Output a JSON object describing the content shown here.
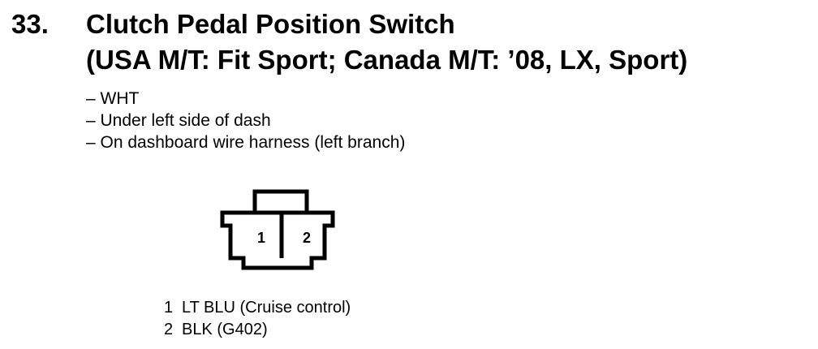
{
  "section": {
    "number": "33.",
    "title_line1": "Clutch Pedal Position Switch",
    "title_line2": "(USA M/T: Fit Sport; Canada M/T: ’08, LX, Sport)"
  },
  "notes": [
    "– WHT",
    "– Under left side of dash",
    "– On dashboard wire harness (left branch)"
  ],
  "connector": {
    "terminal_labels": [
      "1",
      "2"
    ]
  },
  "pins": [
    {
      "num": "1",
      "desc": "LT BLU (Cruise control)"
    },
    {
      "num": "2",
      "desc": "BLK (G402)"
    }
  ]
}
